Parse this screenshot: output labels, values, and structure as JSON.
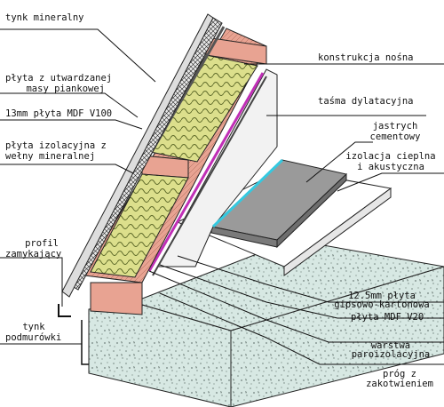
{
  "labels": {
    "tynk_mineralny": "tynk mineralny",
    "plyta_pianka_1": "płyta z utwardzanej",
    "plyta_pianka_2": "masy piankowej",
    "mdf_v100": "13mm płyta MDF V100",
    "izolacyjna_1": "płyta izolacyjna z",
    "izolacyjna_2": "wełny mineralnej",
    "profil_1": "profil",
    "profil_2": "zamykający",
    "tynk_podm_1": "tynk",
    "tynk_podm_2": "podmurówki",
    "konstrukcja": "konstrukcja nośna",
    "tasma": "taśma dylatacyjna",
    "jastrych_1": "jastrych",
    "jastrych_2": "cementowy",
    "izolacja_1": "izolacja cieplna",
    "izolacja_2": "i akustyczna",
    "gk_1": "12.5mm płyta",
    "gk_2": "gipsowo-kartonowa",
    "mdf_v20": "płyta MDF V20",
    "warstwa_1": "warstwa",
    "warstwa_2": "paroizolacyjna",
    "prog_1": "próg z",
    "prog_2": "zakotwieniem"
  },
  "colors": {
    "wall_face": "#f2f2f2",
    "brick": "#e8a392",
    "insulation": "#dcdf8c",
    "foundation": "#d7e8e3",
    "screed": "#9a9a9a",
    "vapor_barrier": "#c02fb6",
    "expansion_tape": "#35c9e0",
    "leader_line": "#111111"
  }
}
